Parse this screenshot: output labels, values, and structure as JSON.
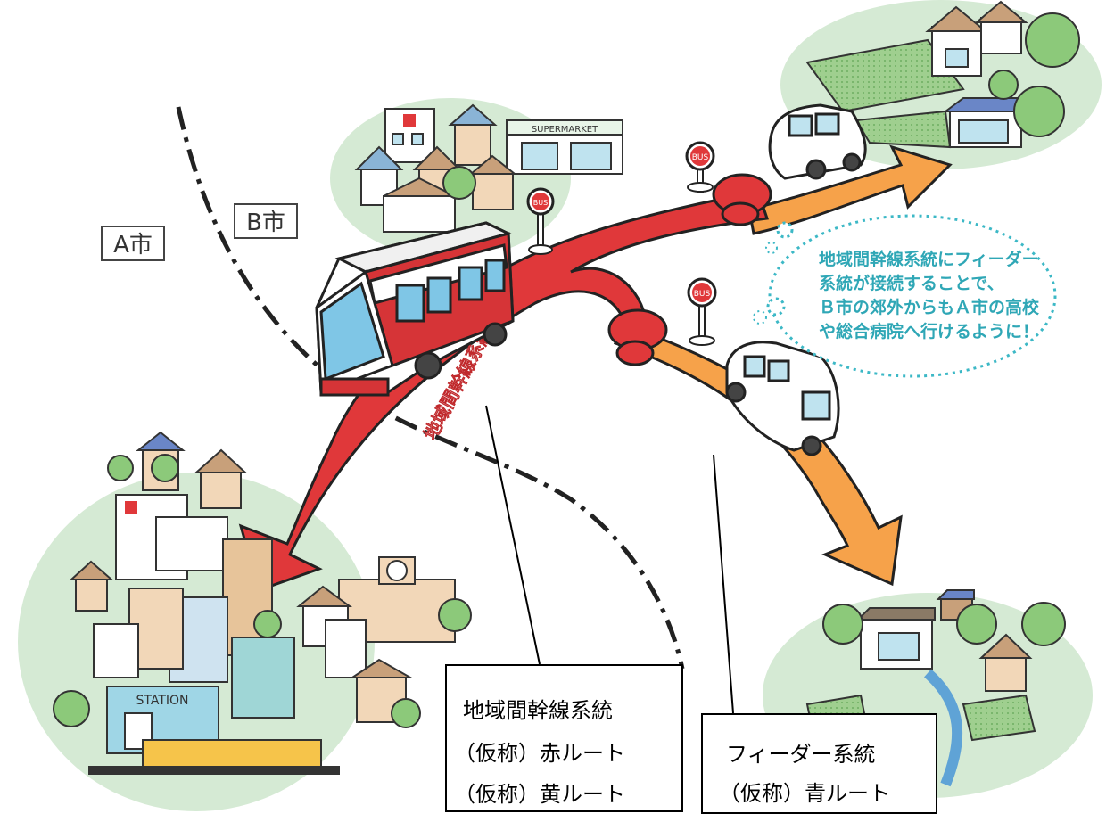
{
  "labels": {
    "city_a": "A市",
    "city_b": "B市",
    "trunk_route_on_arrow": "地域間幹線系統",
    "feeder_route_on_arrow": "フィーダー系統",
    "station_sign": "STATION",
    "supermarket_sign": "SUPERMARKET",
    "bus_stop_sign": "BUS"
  },
  "bubble": {
    "lines": [
      "地域間幹線系統にフィーダー",
      "系統が接続することで、",
      "Ｂ市の郊外からもＡ市の高校",
      "や総合病院へ行けるように！"
    ]
  },
  "trunk_box": {
    "title": "地域間幹線系統",
    "route_red": "（仮称）赤ルート",
    "route_yellow": "（仮称）黄ルート"
  },
  "feeder_box": {
    "title": "フィーダー系統",
    "route_blue": "（仮称）青ルート"
  },
  "colors": {
    "trunk_red": "#e0383a",
    "feeder_orange": "#f6a24a",
    "green_area": "#d5ead4",
    "bubble_dots": "#3cb8c6",
    "bubble_text": "#2fa7b6",
    "bus_red": "#d63437",
    "bus_blue": "#7fc6e6"
  }
}
